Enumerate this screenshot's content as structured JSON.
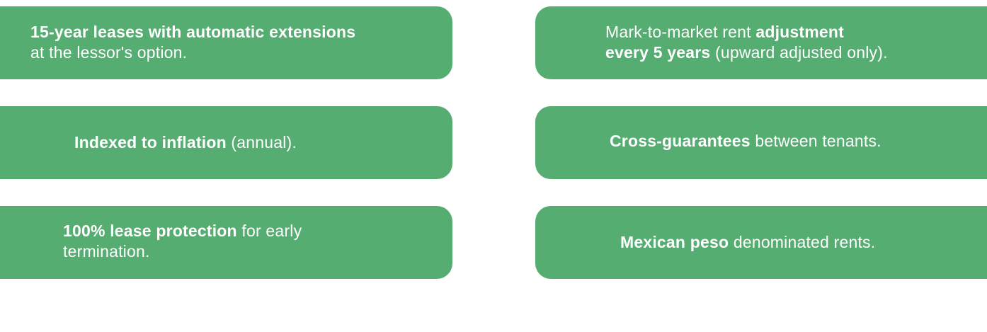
{
  "colors": {
    "card_background": "#56ad72",
    "card_text": "#ffffff",
    "page_background": "#ffffff"
  },
  "cards": [
    {
      "line1_bold": "15-year leases with automatic extensions",
      "line2_regular": "at the lessor's option."
    },
    {
      "bold": "Indexed to inflation",
      "regular": " (annual)."
    },
    {
      "line1_bold": "100% lease protection",
      "line1_regular": " for early",
      "line2_regular": "termination."
    },
    {
      "line1_regular": "Mark-to-market rent ",
      "line1_bold": "adjustment",
      "line2_bold": "every 5 years",
      "line2_regular": " (upward adjusted only)."
    },
    {
      "bold": "Cross-guarantees",
      "regular": " between tenants."
    },
    {
      "bold": "Mexican peso",
      "regular": " denominated rents."
    }
  ]
}
